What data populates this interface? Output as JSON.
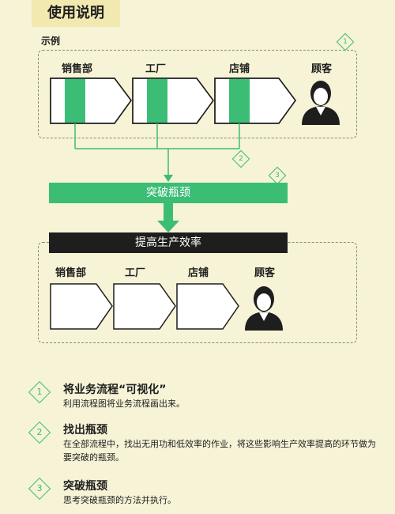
{
  "title": "使用说明",
  "example_label": "示例",
  "top_flow": {
    "stages": [
      "销售部",
      "工厂",
      "店铺"
    ],
    "customer": "顾客",
    "badge_1": "1",
    "badge_2": "2"
  },
  "breakthrough": {
    "label": "突破瓶颈",
    "badge_3": "3"
  },
  "improve_bar": "提高生产效率",
  "bottom_flow": {
    "stages": [
      "销售部",
      "工厂",
      "店铺"
    ],
    "customer": "顾客"
  },
  "steps": [
    {
      "num": "1",
      "title": "将业务流程“可视化”",
      "desc": "利用流程图将业务流程画出来。"
    },
    {
      "num": "2",
      "title": "找出瓶颈",
      "desc": "在全部流程中，找出无用功和低效率的作业，将这些影响生产效率提高的环节做为要突破的瓶颈。"
    },
    {
      "num": "3",
      "title": "突破瓶颈",
      "desc": "思考突破瓶颈的方法并执行。"
    }
  ],
  "colors": {
    "accent": "#3cbd76",
    "dark": "#1e1e1e",
    "background": "#f6f3d6"
  }
}
